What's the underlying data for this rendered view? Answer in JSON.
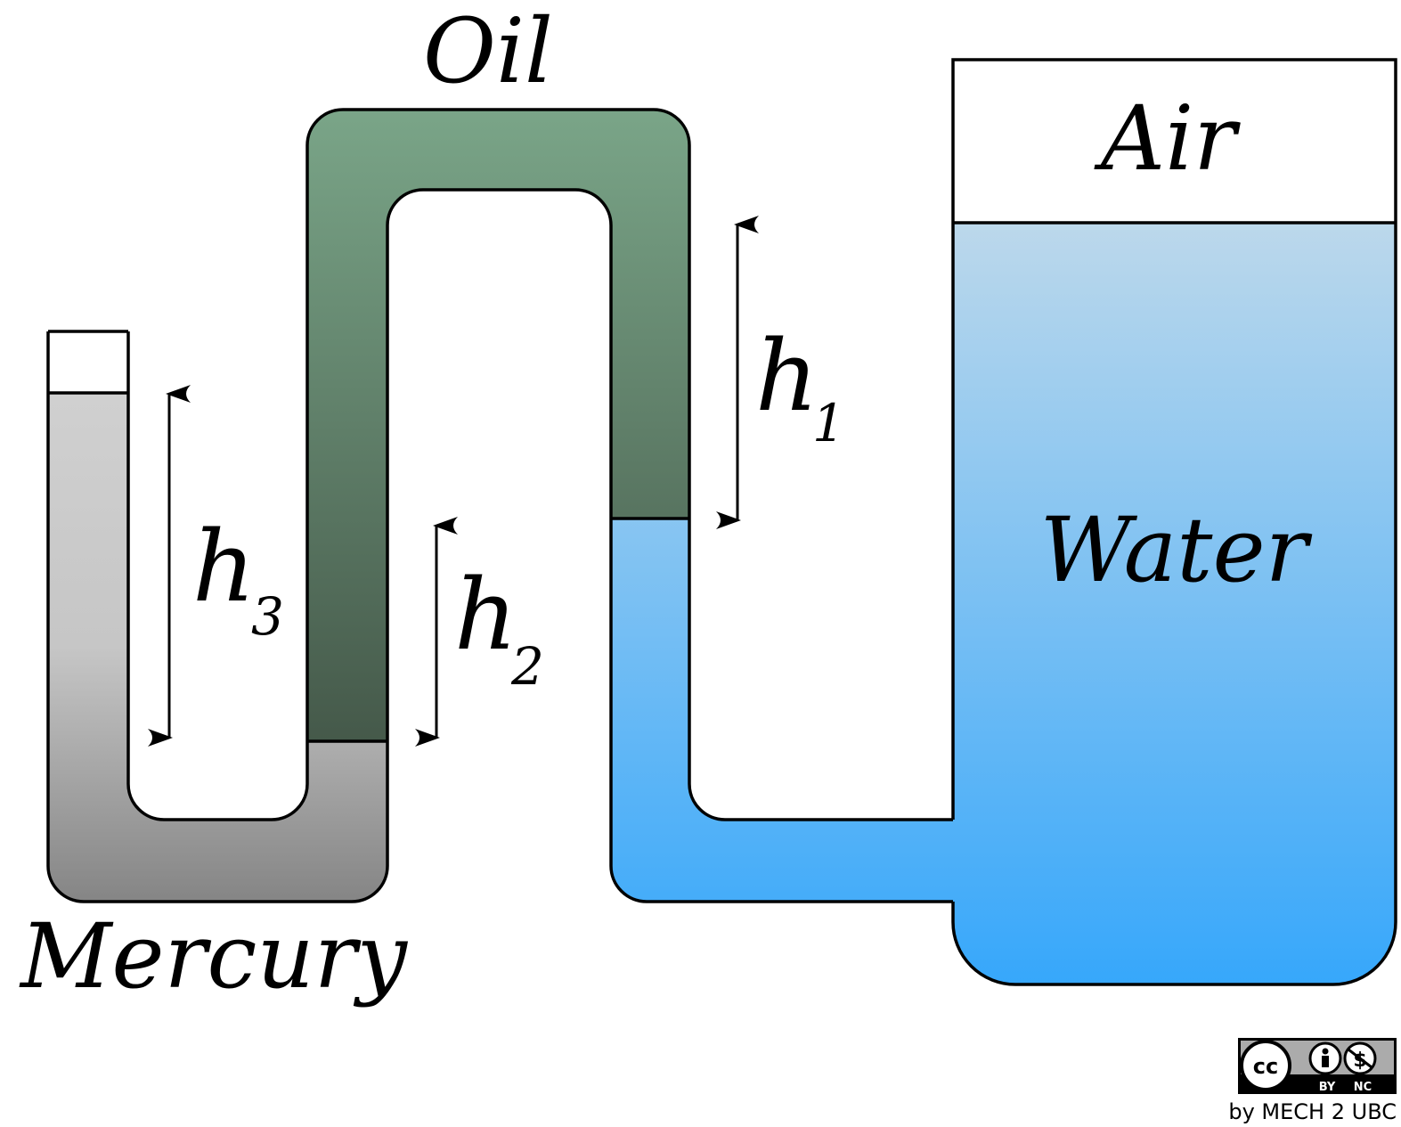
{
  "labels": {
    "oil": "Oil",
    "air": "Air",
    "water": "Water",
    "mercury": "Mercury",
    "h1_base": "h",
    "h1_sub": "1",
    "h2_base": "h",
    "h2_sub": "2",
    "h3_base": "h",
    "h3_sub": "3"
  },
  "license": {
    "cc": "cc",
    "by": "BY",
    "nc": "NC",
    "credit": "by MECH 2 UBC"
  },
  "colors": {
    "oil_top": "#7aa588",
    "oil_bottom": "#45594a",
    "water_top": "#bcd8eb",
    "water_bottom": "#36a7fb",
    "mercury_top": "#d0d0d0",
    "mercury_bottom": "#858585",
    "outline": "#000000"
  }
}
